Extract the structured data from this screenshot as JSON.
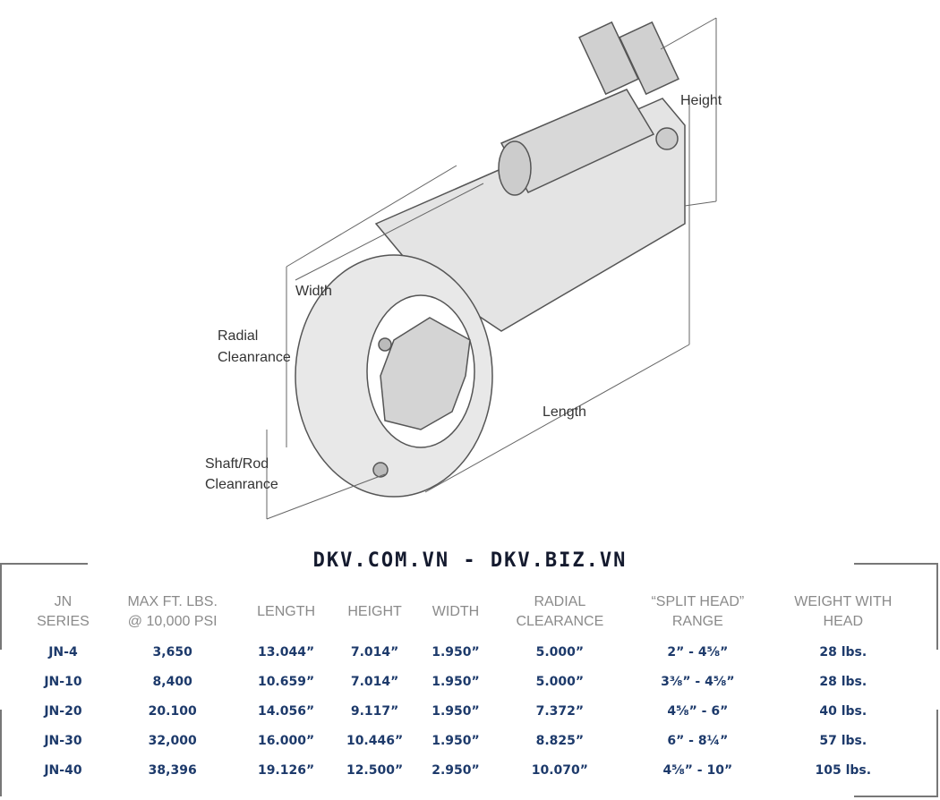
{
  "diagram": {
    "labels": {
      "height": "Height",
      "width": "Width",
      "radial": "Radial",
      "radial2": "Cleanrance",
      "length": "Length",
      "shaft": "Shaft/Rod",
      "shaft2": "Cleanrance"
    }
  },
  "banner": "DKV.COM.VN - DKV.BIZ.VN",
  "table": {
    "headers": [
      [
        "JN",
        "SERIES"
      ],
      [
        "MAX FT. LBS.",
        "@ 10,000 PSI"
      ],
      [
        "LENGTH",
        ""
      ],
      [
        "HEIGHT",
        ""
      ],
      [
        "WIDTH",
        ""
      ],
      [
        "RADIAL",
        "CLEARANCE"
      ],
      [
        "“SPLIT HEAD”",
        "RANGE"
      ],
      [
        "WEIGHT WITH",
        "HEAD"
      ]
    ],
    "rows": [
      [
        "JN-4",
        "3,650",
        "13.044”",
        "7.014”",
        "1.950”",
        "5.000”",
        "2” - 4⅝”",
        "28 lbs."
      ],
      [
        "JN-10",
        "8,400",
        "10.659”",
        "7.014”",
        "1.950”",
        "5.000”",
        "3⅜” - 4⅝”",
        "28 lbs."
      ],
      [
        "JN-20",
        "20.100",
        "14.056”",
        "9.117”",
        "1.950”",
        "7.372”",
        "4⅝” - 6”",
        "40 lbs."
      ],
      [
        "JN-30",
        "32,000",
        "16.000”",
        "10.446”",
        "1.950”",
        "8.825”",
        "6” - 8¼”",
        "57 lbs."
      ],
      [
        "JN-40",
        "38,396",
        "19.126”",
        "12.500”",
        "2.950”",
        "10.070”",
        "4⅝” - 10”",
        "105 lbs."
      ]
    ]
  }
}
